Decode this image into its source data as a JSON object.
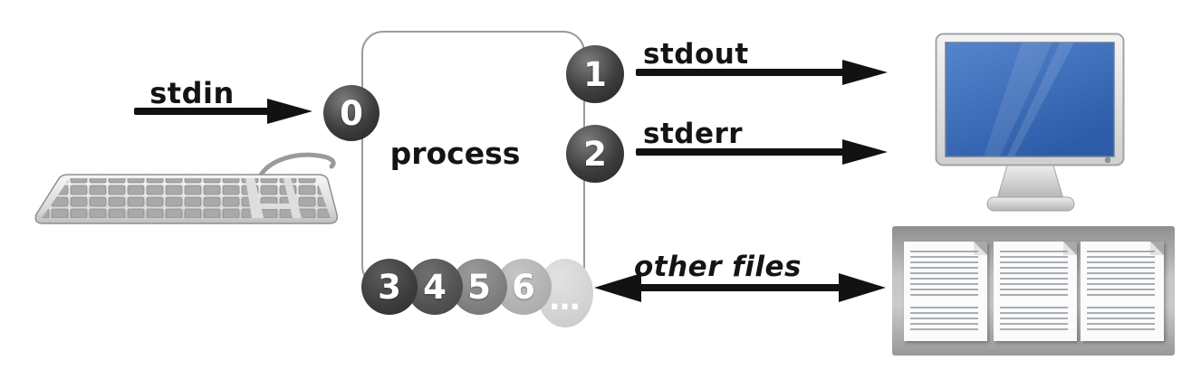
{
  "diagram": {
    "process_label": "process",
    "streams": {
      "stdin": {
        "label": "stdin",
        "fd": "0"
      },
      "stdout": {
        "label": "stdout",
        "fd": "1"
      },
      "stderr": {
        "label": "stderr",
        "fd": "2"
      }
    },
    "other_files": {
      "label": "other files",
      "fds": [
        "3",
        "4",
        "5",
        "6",
        "…"
      ]
    },
    "icons": [
      "keyboard-icon",
      "monitor-icon",
      "documents-icon"
    ],
    "colors": {
      "background": "#ffffff",
      "arrow_and_text": "#121212",
      "process_box_border": "#9c9c9c",
      "fd_dark": "#3d3d3d",
      "fd_shades": [
        "#3a3a3a",
        "#4f4f4f",
        "#7d7d7d",
        "#b0b0b0",
        "#d2d2d2"
      ],
      "monitor_screen_blue": "#3a6cc0",
      "documents_panel_gray": "#b5b5b5"
    }
  }
}
